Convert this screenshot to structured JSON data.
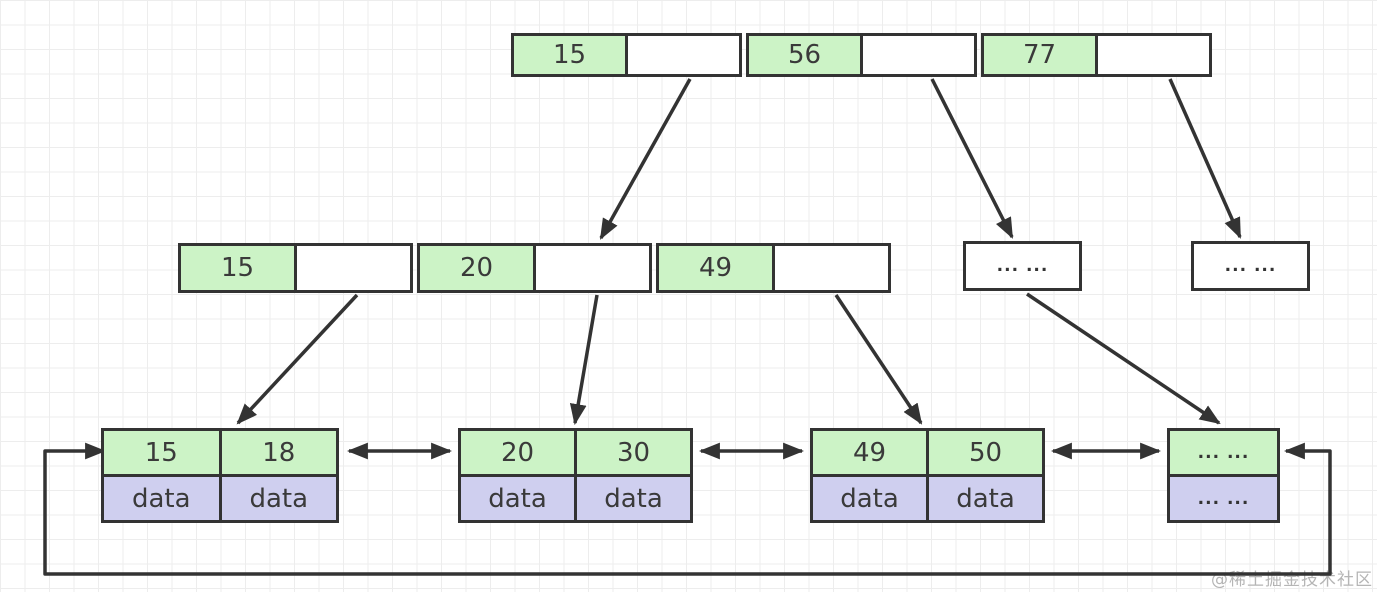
{
  "diagram": {
    "title": "bplus-tree-index-structure",
    "root_node": {
      "cells": [
        "15",
        "",
        "56",
        "",
        "77",
        ""
      ]
    },
    "internal_node": {
      "cells": [
        "15",
        "",
        "20",
        "",
        "49",
        ""
      ]
    },
    "internal_stub_nodes": [
      "... ...",
      "... ..."
    ],
    "leaf_nodes": [
      {
        "keys": [
          "15",
          "18"
        ],
        "values": [
          "data",
          "data"
        ]
      },
      {
        "keys": [
          "20",
          "30"
        ],
        "values": [
          "data",
          "data"
        ]
      },
      {
        "keys": [
          "49",
          "50"
        ],
        "values": [
          "data",
          "data"
        ]
      },
      {
        "keys": [
          "... ..."
        ],
        "values": [
          "... ..."
        ]
      }
    ]
  },
  "colors": {
    "key_fill": "#ccf3c6",
    "data_fill": "#cfcfef",
    "border": "#333333",
    "arrow": "#333333",
    "grid": "#ededed",
    "watermark": "#b5b5b5"
  },
  "watermark": "@稀土掘金技术社区"
}
